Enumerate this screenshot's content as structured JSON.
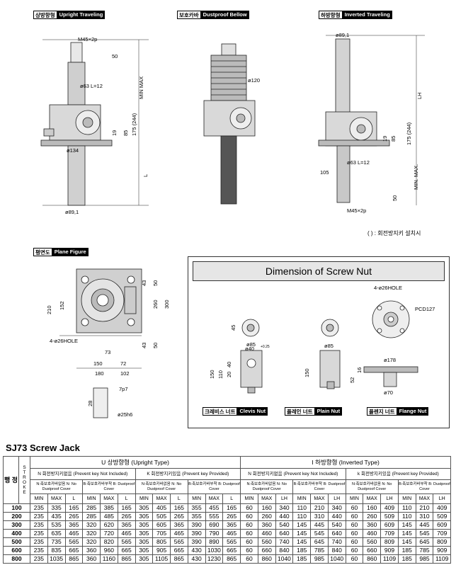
{
  "views": {
    "upright": {
      "ko": "상방향형",
      "en": "Upright Traveling"
    },
    "bellow": {
      "ko": "보호카바",
      "en": "Dustproof Bellow"
    },
    "inverted": {
      "ko": "하방향형",
      "en": "Inverted Traveling"
    },
    "plane": {
      "ko": "평면도",
      "en": "Plane Figure"
    }
  },
  "dims": {
    "m45": "M45×2p",
    "d50": "50",
    "minmax": "MIN  MAX",
    "d63": "ø63 L=12",
    "d175": "175 (244)",
    "d85": "85",
    "d19": "19",
    "d134": "ø134",
    "dL": "L",
    "d891": "ø89,1",
    "d120": "ø120",
    "dLH": "LH",
    "d105": "105",
    "minmax2": "MIN.  MAX.",
    "d210": "210",
    "d152": "152",
    "d43": "43",
    "d50b": "50",
    "d260": "260",
    "d300": "300",
    "hole": "4-ø26HOLE",
    "d73": "73",
    "d150": "150",
    "d72": "72",
    "d180": "180",
    "d102": "102",
    "d7p7": "7p7",
    "d28": "28",
    "d25": "ø25h6"
  },
  "note": "(    ) : 회전방지키 설치시",
  "nut_box": {
    "title": "Dimension of Screw Nut",
    "clevis": {
      "ko": "크레비스 너트",
      "en": "Clevis Nut"
    },
    "plain": {
      "ko": "플레인 너트",
      "en": "Plain Nut"
    },
    "flange": {
      "ko": "플렌지 너트",
      "en": "Flange Nut"
    },
    "dims": {
      "c45": "45",
      "c85": "ø85",
      "c40": "ø40",
      "c40tol": "+0.25",
      "c150": "150",
      "c110": "110",
      "c40b": "40",
      "c20": "20",
      "p85": "ø85",
      "p150": "150",
      "fhole": "4-ø26HOLE",
      "fpcd": "PCD127",
      "f178": "ø178",
      "f16": "16",
      "f52": "52",
      "f70": "ø70"
    }
  },
  "table": {
    "title": "SJ73 Screw Jack",
    "row_head_ko": "행 정",
    "row_head_stroke": "STROKE",
    "u_head": "U  상방향형 (Upright Type)",
    "i_head": "I  하방향형 (Inverted Type)",
    "u_n": "N 회전방지키없음 (Prevent key Not Included)",
    "u_k": "K 회전방지키있음 (Prevent key Provided)",
    "i_n": "N 회전방지키없음 (Prevent key Not Included)",
    "i_k": "k 회전방지키있음 (Prevent key Provided)",
    "sub_n": "N:축보호카바없음 N: No Dustproof Cover",
    "sub_b": "B:축보호카바부착 B: Dustproof Cover",
    "cols_u": [
      "MIN",
      "MAX",
      "L"
    ],
    "cols_i": [
      "MIN",
      "MAX",
      "LH"
    ],
    "rows": [
      [
        "100",
        "235",
        "335",
        "165",
        "285",
        "385",
        "165",
        "305",
        "405",
        "165",
        "355",
        "455",
        "165",
        "60",
        "160",
        "340",
        "110",
        "210",
        "340",
        "60",
        "160",
        "409",
        "110",
        "210",
        "409"
      ],
      [
        "200",
        "235",
        "435",
        "265",
        "285",
        "485",
        "265",
        "305",
        "505",
        "265",
        "355",
        "555",
        "265",
        "60",
        "260",
        "440",
        "110",
        "310",
        "440",
        "60",
        "260",
        "509",
        "110",
        "310",
        "509"
      ],
      [
        "300",
        "235",
        "535",
        "365",
        "320",
        "620",
        "365",
        "305",
        "605",
        "365",
        "390",
        "690",
        "365",
        "60",
        "360",
        "540",
        "145",
        "445",
        "540",
        "60",
        "360",
        "609",
        "145",
        "445",
        "609"
      ],
      [
        "400",
        "235",
        "635",
        "465",
        "320",
        "720",
        "465",
        "305",
        "705",
        "465",
        "390",
        "790",
        "465",
        "60",
        "460",
        "640",
        "145",
        "545",
        "640",
        "60",
        "460",
        "709",
        "145",
        "545",
        "709"
      ],
      [
        "500",
        "235",
        "735",
        "565",
        "320",
        "820",
        "565",
        "305",
        "805",
        "565",
        "390",
        "890",
        "565",
        "60",
        "560",
        "740",
        "145",
        "645",
        "740",
        "60",
        "560",
        "809",
        "145",
        "645",
        "809"
      ],
      [
        "600",
        "235",
        "835",
        "665",
        "360",
        "960",
        "665",
        "305",
        "905",
        "665",
        "430",
        "1030",
        "665",
        "60",
        "660",
        "840",
        "185",
        "785",
        "840",
        "60",
        "660",
        "909",
        "185",
        "785",
        "909"
      ],
      [
        "800",
        "235",
        "1035",
        "865",
        "360",
        "1160",
        "865",
        "305",
        "1105",
        "865",
        "430",
        "1230",
        "865",
        "60",
        "860",
        "1040",
        "185",
        "985",
        "1040",
        "60",
        "860",
        "1109",
        "185",
        "985",
        "1109"
      ]
    ]
  }
}
